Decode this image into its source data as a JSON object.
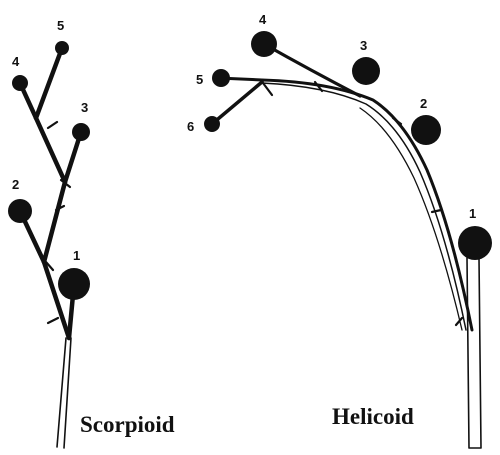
{
  "scorpioid": {
    "caption": "Scorpioid",
    "flower_labels": [
      "1",
      "2",
      "3",
      "4",
      "5"
    ]
  },
  "helicoid": {
    "caption": "Helicoid",
    "flower_labels": [
      "1",
      "2",
      "3",
      "4",
      "5",
      "6"
    ]
  }
}
